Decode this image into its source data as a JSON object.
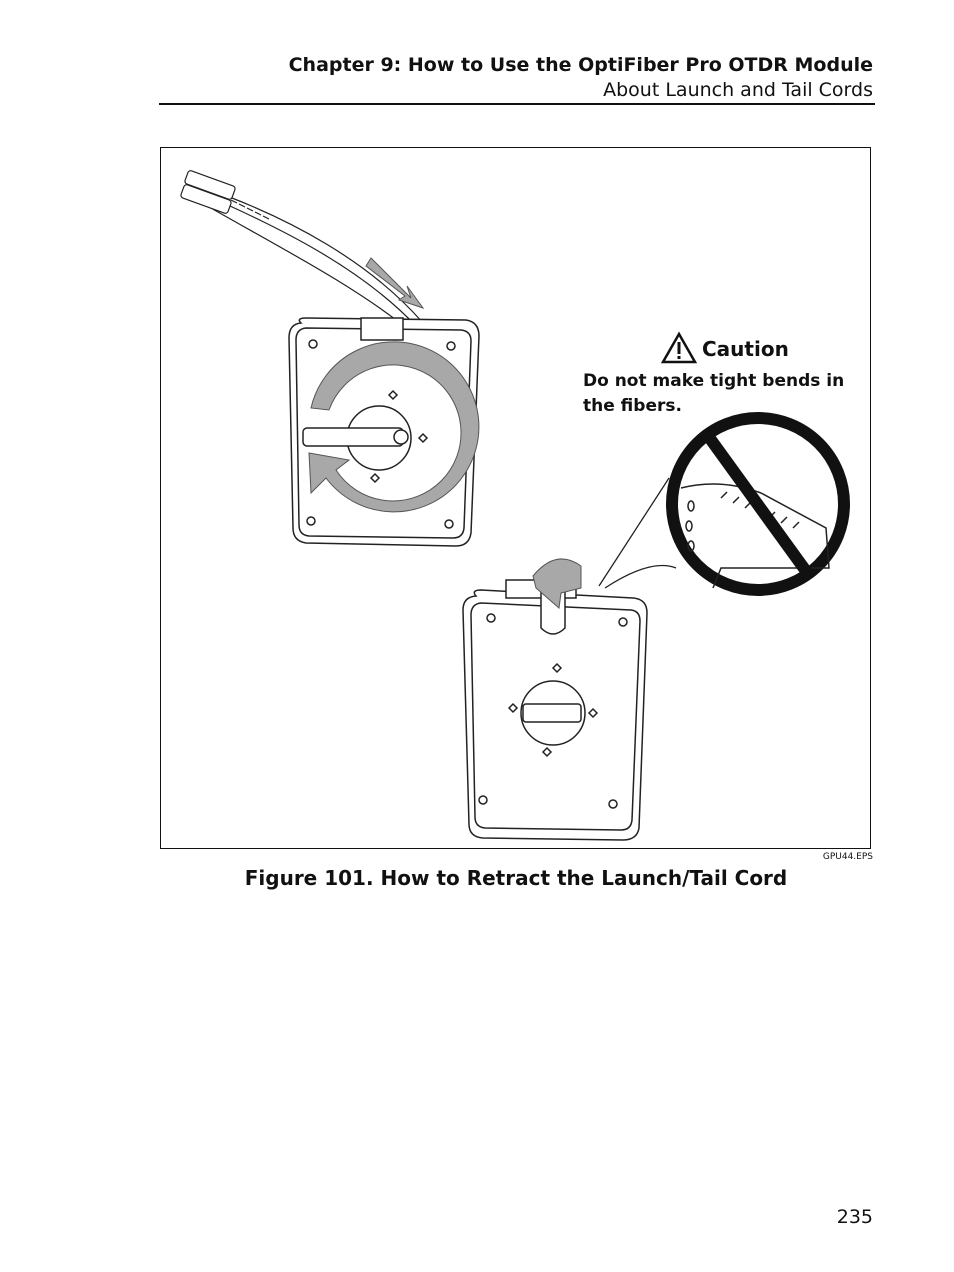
{
  "header": {
    "chapter": "Chapter 9: How to Use the OptiFiber Pro OTDR Module",
    "section": "About Launch and Tail Cords"
  },
  "figure": {
    "caution_title": "Caution",
    "caution_text": "Do not make tight bends in the fibers.",
    "file_label": "GPU44.EPS",
    "caption": "Figure 101. How to Retract the Launch/Tail Cord",
    "icons": [
      "warning-triangle-icon",
      "prohibited-sign-icon",
      "rotate-arrow-icon",
      "fold-arrow-icon"
    ],
    "arrow_color": "#a8a8a8"
  },
  "page_number": "235"
}
